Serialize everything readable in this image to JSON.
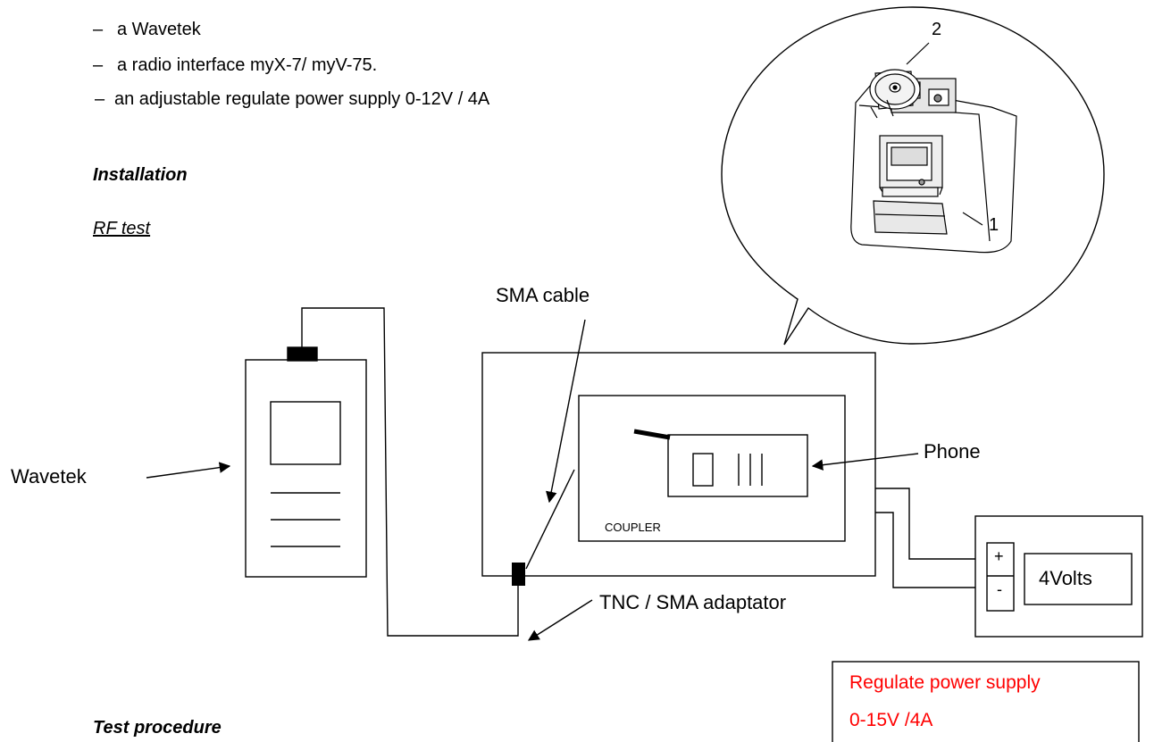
{
  "bullets": [
    {
      "dash": "–",
      "text": "a Wavetek"
    },
    {
      "dash": "–",
      "text": "a radio interface myX-7/ myV-75."
    },
    {
      "dash": "–",
      "text": "an adjustable regulate power supply 0-12V / 4A"
    }
  ],
  "section_installation": "Installation",
  "subsection_rf": "RF test",
  "section_test_procedure": "Test procedure",
  "diagram": {
    "label_wavetek": "Wavetek",
    "label_sma_cable": "SMA cable",
    "label_phone": "Phone",
    "label_coupler": "COUPLER",
    "label_tnc": "TNC / SMA adaptator",
    "label_plus": "+",
    "label_minus": "-",
    "label_volts": "4Volts",
    "callout_num_1": "1",
    "callout_num_2": "2"
  },
  "note_box": {
    "line1": "Regulate power supply",
    "line2": "0-15V /4A",
    "color": "#ff0000"
  }
}
